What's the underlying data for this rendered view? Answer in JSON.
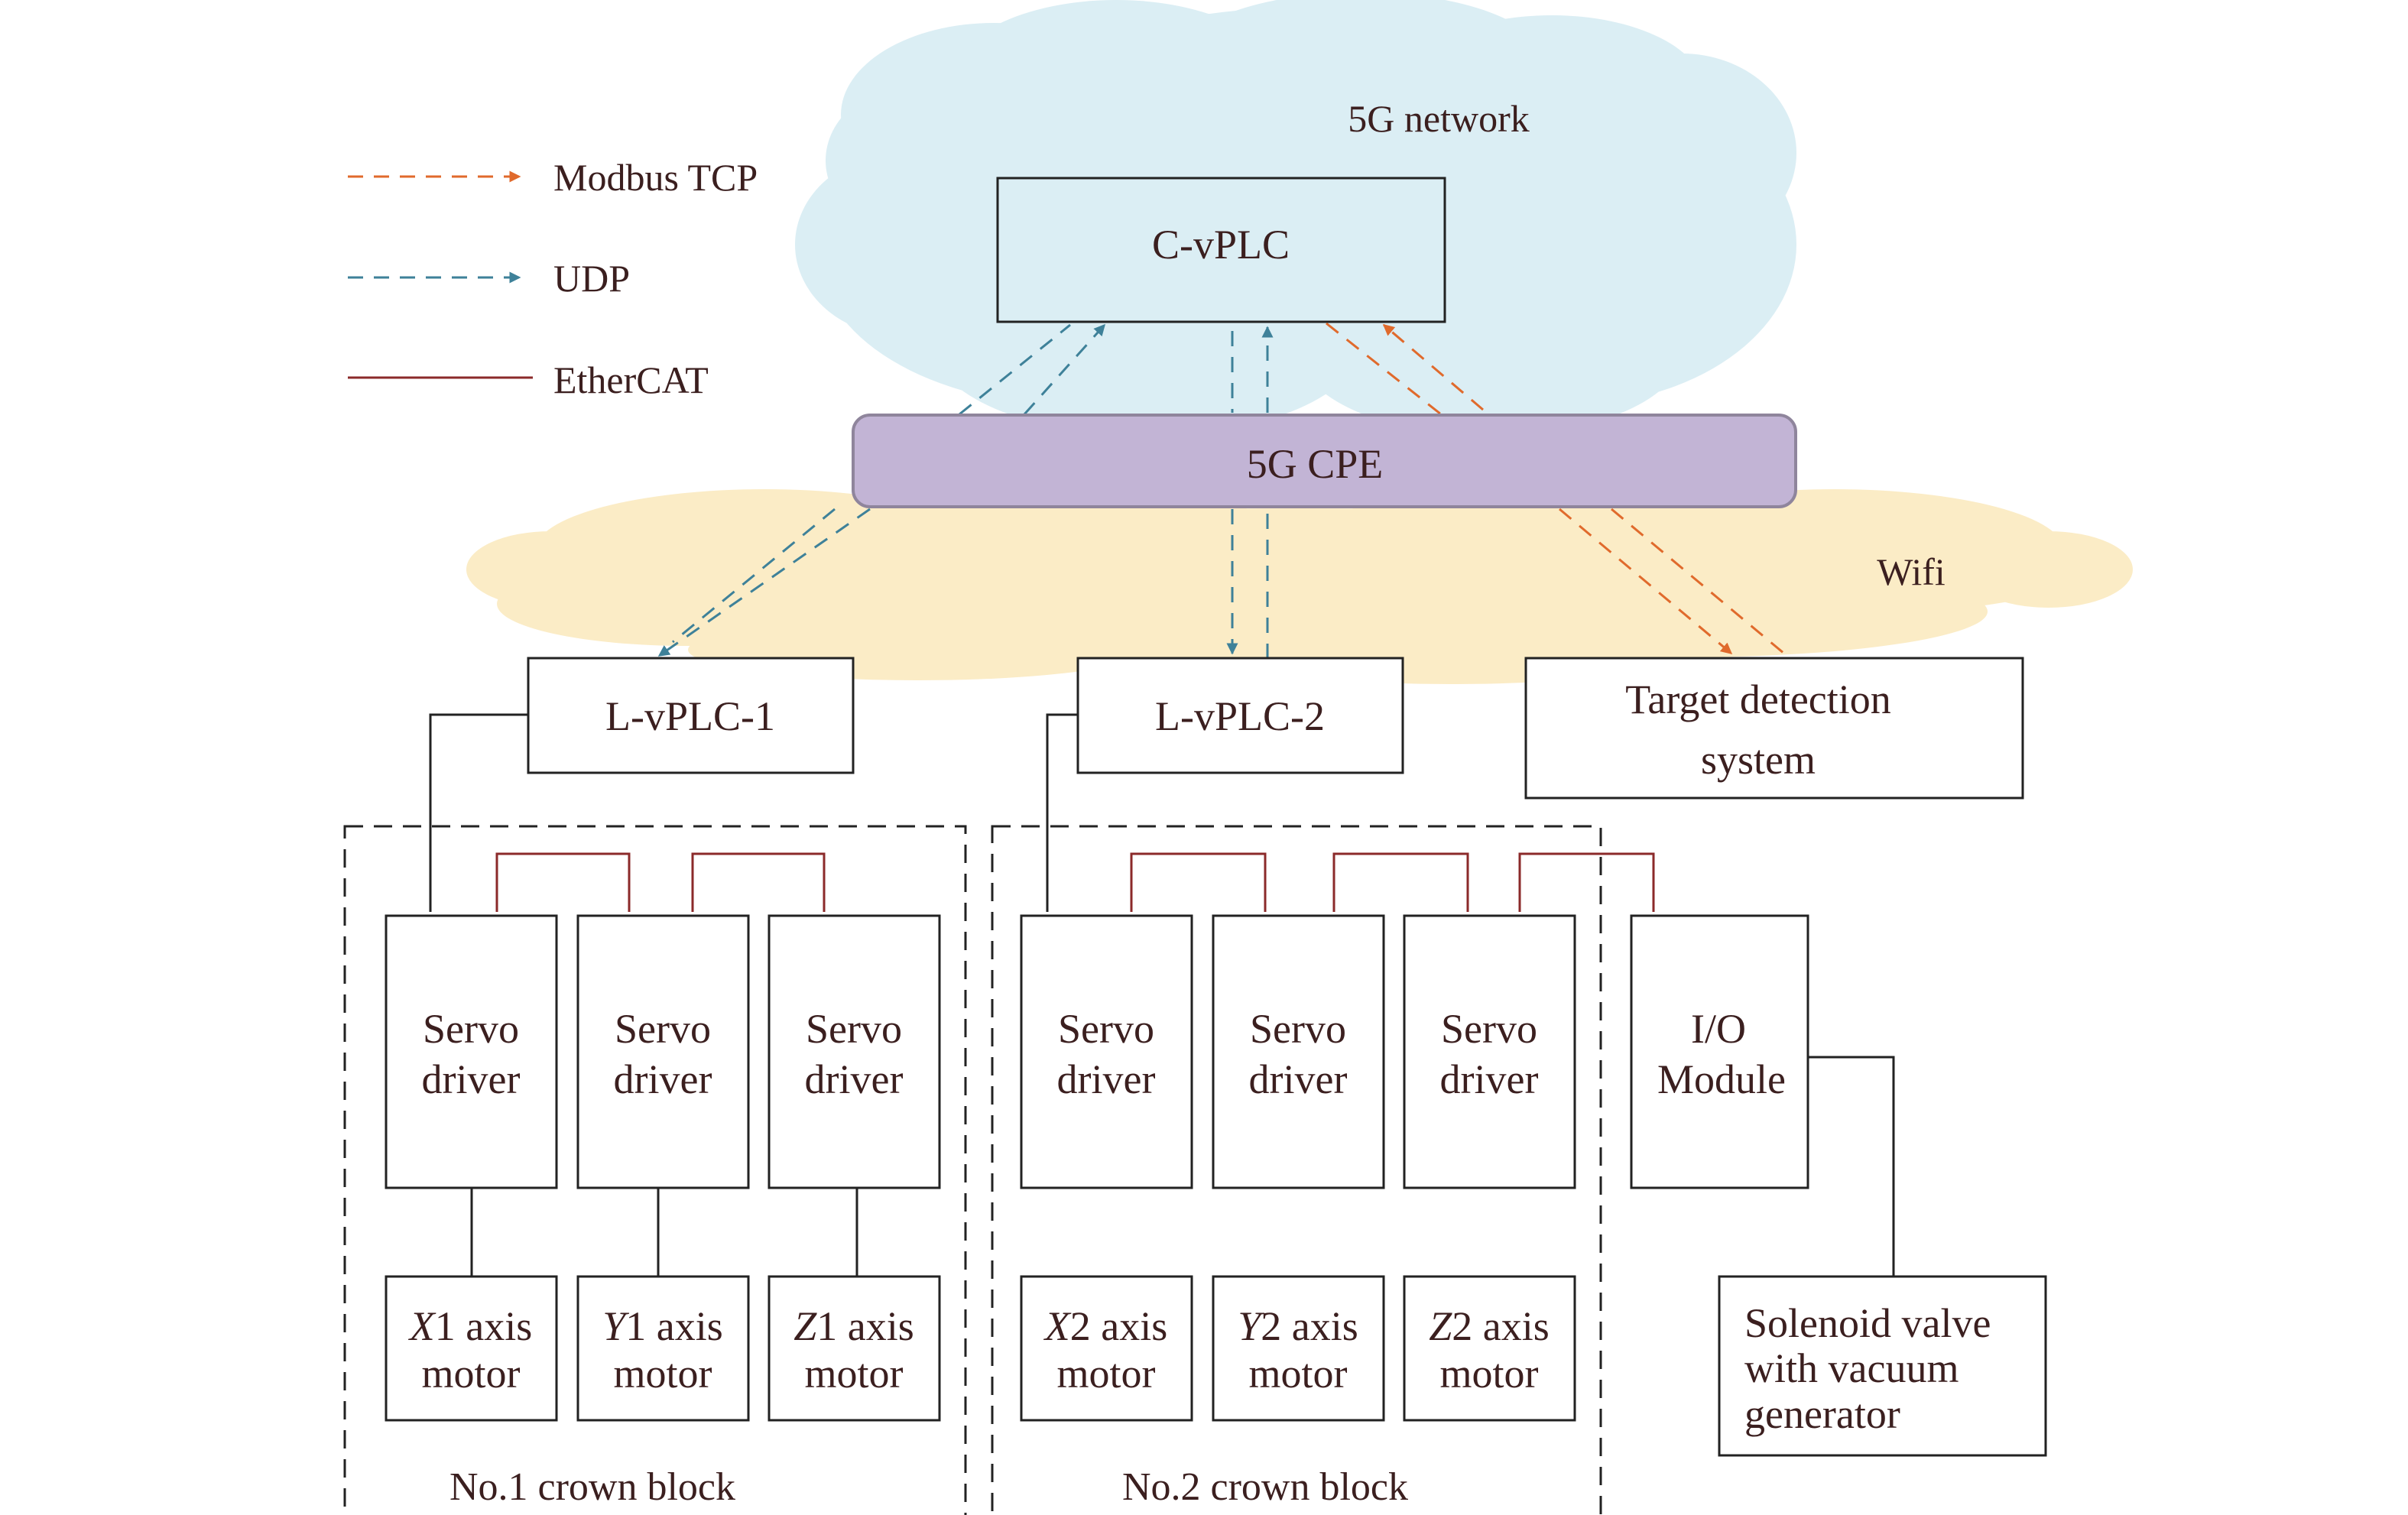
{
  "legend": {
    "modbus_label": "Modbus TCP",
    "udp_label": "UDP",
    "ethercat_label": "EtherCAT"
  },
  "clouds": {
    "network_label": "5G network",
    "wifi_label": "Wifi"
  },
  "nodes": {
    "cvplc": "C-vPLC",
    "cpe": "5G CPE",
    "lvplc1": "L-vPLC-1",
    "lvplc2": "L-vPLC-2",
    "target_line1": "Target detection",
    "target_line2": "system"
  },
  "block1": {
    "label": "No.1 crown block",
    "drivers": [
      {
        "line1": "Servo",
        "line2": "driver"
      },
      {
        "line1": "Servo",
        "line2": "driver"
      },
      {
        "line1": "Servo",
        "line2": "driver"
      }
    ],
    "motors": [
      {
        "axis": "X",
        "rest": "1 axis",
        "line2": "motor"
      },
      {
        "axis": "Y",
        "rest": "1 axis",
        "line2": "motor"
      },
      {
        "axis": "Z",
        "rest": "1 axis",
        "line2": "motor"
      }
    ]
  },
  "block2": {
    "label": "No.2 crown block",
    "drivers": [
      {
        "line1": "Servo",
        "line2": "driver"
      },
      {
        "line1": "Servo",
        "line2": "driver"
      },
      {
        "line1": "Servo",
        "line2": "driver"
      }
    ],
    "motors": [
      {
        "axis": "X",
        "rest": "2 axis",
        "line2": "motor"
      },
      {
        "axis": "Y",
        "rest": "2 axis",
        "line2": "motor"
      },
      {
        "axis": "Z",
        "rest": "2 axis",
        "line2": "motor"
      }
    ]
  },
  "io_module": {
    "line1": "I/O",
    "line2": "Module"
  },
  "solenoid": {
    "line1": "Solenoid valve",
    "line2": "with vacuum",
    "line3": "generator"
  },
  "colors": {
    "modbus": "#e06a2c",
    "udp": "#3e8199",
    "ethercat": "#8b2a2a",
    "network_cloud": "#dbeef4",
    "wifi_cloud": "#fbecc6",
    "cpe_fill": "#c2b4d5",
    "cpe_stroke": "#8f859c",
    "box_stroke": "#222222"
  }
}
